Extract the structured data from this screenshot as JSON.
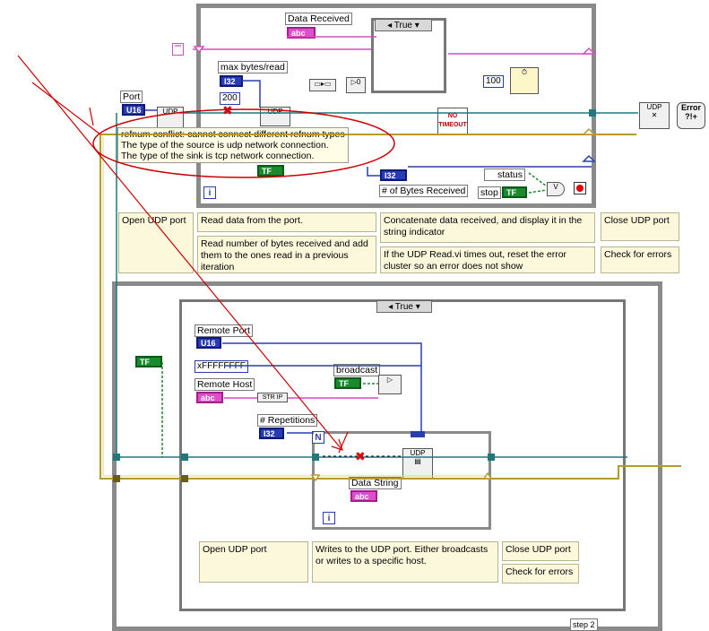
{
  "top_loop": {
    "labels": {
      "data_received": "Data Received",
      "max_bytes": "max bytes/read",
      "port": "Port",
      "status": "status",
      "stop": "stop",
      "bytes_received": "# of Bytes Received"
    },
    "terminals": {
      "data_received": "abc",
      "max_bytes": "I32",
      "port": "U16",
      "bytes_received": "I32",
      "stop": "TF",
      "bool": "TF"
    },
    "constants": {
      "max_bytes_value": "200",
      "timeout_value": "100",
      "empty_string": "\"\""
    },
    "case_selector": "True",
    "no_timeout": "NO\nTIMEOUT",
    "comments": [
      "Open UDP port",
      "Read data from the port.",
      "Read number of bytes received and add them to the ones read in a previous iteration",
      "Concatenate data received, and display it in the string indicator",
      "If the UDP Read.vi times out, reset the error cluster so an error does not show",
      "Close UDP port",
      "Check for errors"
    ]
  },
  "error_tooltip": {
    "line1": "refnum conflict: cannot connect different refnum types",
    "line2": "The type of the source is udp network connection.",
    "line3": "The type of the sink is tcp network connection."
  },
  "bottom_loop": {
    "labels": {
      "remote_port": "Remote Port",
      "remote_host": "Remote Host",
      "broadcast": "broadcast",
      "repetitions": "# Repetitions",
      "data_string": "Data String"
    },
    "terminals": {
      "remote_port": "U16",
      "remote_host": "abc",
      "broadcast": "TF",
      "repetitions": "I32",
      "data_string": "abc",
      "outer_bool": "TF"
    },
    "constants": {
      "broadcast_addr": "xFFFFFFFF",
      "str_ip": "STR IP",
      "n": "N"
    },
    "case_selector": "True",
    "comments": [
      "Open UDP port",
      "Writes to the UDP port. Either broadcasts or writes to a specific host.",
      "Close UDP port",
      "Check for errors"
    ],
    "step_label": "step 2"
  },
  "colors": {
    "frame": "#8a8a8a",
    "error_wire": "#c9b23a",
    "refnum_wire": "#1f7a7a",
    "annotation": "#cc0000"
  }
}
